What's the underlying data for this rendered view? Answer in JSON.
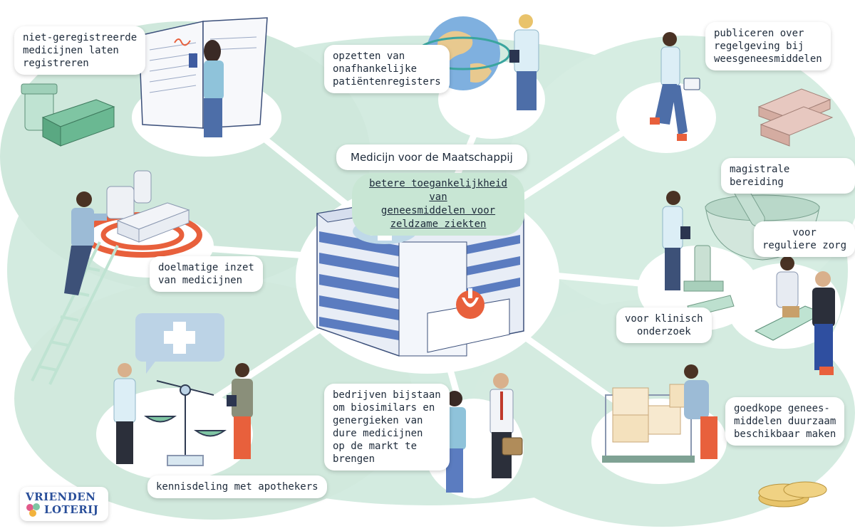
{
  "center": {
    "title": "Medicijn voor de Maatschappij",
    "subtitle": "betere toegankelijkheid van\ngeneesmiddelen voor\nzeldzame ziekten"
  },
  "nodes": {
    "registreren": "niet-geregistreerde\nmedicijnen laten\nregistreren",
    "patientenregisters": "opzetten van\nonafhankelijke\npatiëntenregisters",
    "regelgeving": "publiceren over\nregelgeving bij\nweesgeneesmiddelen",
    "magistrale": "magistrale bereiding",
    "reguliere_zorg": "voor\nreguliere zorg",
    "klinisch_onderzoek": "voor klinisch\nonderzoek",
    "doelmatige_inzet": "doelmatige inzet\nvan medicijnen",
    "kennisdeling": "kennisdeling met apothekers",
    "bedrijven": "bedrijven bijstaan\nom biosimilars en\ngenergieken van\ndure medicijnen\nop de markt te\nbrengen",
    "goedkope": "goedkope genees-\nmiddelen duurzaam\nbeschikbaar maken"
  },
  "logo": {
    "line1": "VRIENDEN",
    "line2": "LOTERIJ"
  },
  "colors": {
    "background_wash": "#d3ebe0",
    "circle": "#ffffff",
    "hospital_stripe": "#5b7cc0",
    "accent_orange": "#e8603c",
    "subtitle_bg": "#c8e6d4"
  }
}
